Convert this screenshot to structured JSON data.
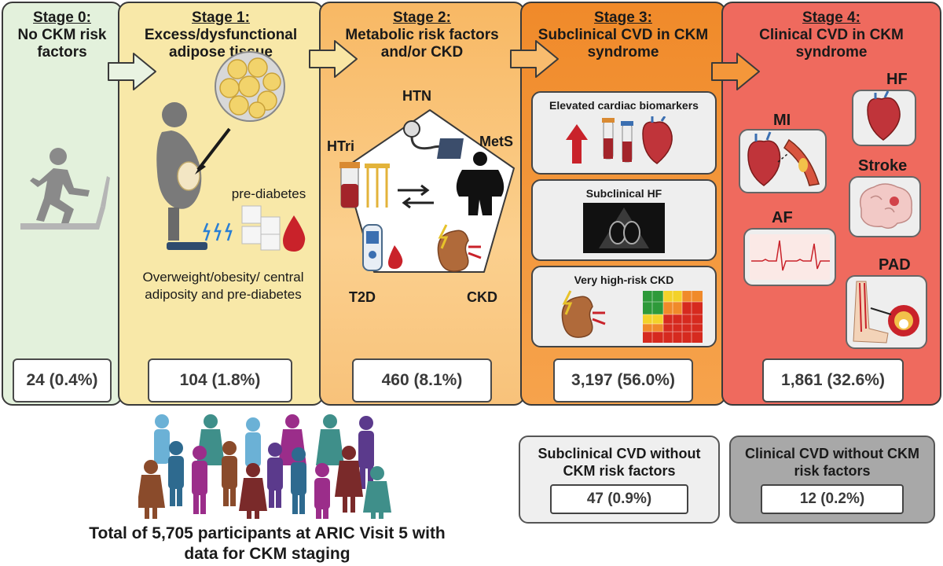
{
  "stages": [
    {
      "heading": "Stage 0:",
      "title": "No CKM risk factors",
      "count": "24 (0.4%)",
      "color": "#e3f1dc"
    },
    {
      "heading": "Stage 1:",
      "title": "Excess/dysfunctional adipose tissue",
      "count": "104 (1.8%)",
      "color": "#f8e8a8"
    },
    {
      "heading": "Stage 2:",
      "title": "Metabolic risk factors and/or CKD",
      "count": "460 (8.1%)",
      "color": "#f9c27a"
    },
    {
      "heading": "Stage 3:",
      "title": "Subclinical CVD in CKM syndrome",
      "count": "3,197 (56.0%)",
      "color": "#f59a3c"
    },
    {
      "heading": "Stage 4:",
      "title": "Clinical CVD in CKM syndrome",
      "count": "1,861 (32.6%)",
      "color": "#ef6a5e"
    }
  ],
  "stage1": {
    "prediabetes_label": "pre-diabetes",
    "description": "Overweight/obesity/ central adiposity and pre-diabetes"
  },
  "stage2": {
    "labels": {
      "htn": "HTN",
      "htri": "HTri",
      "mets": "MetS",
      "t2d": "T2D",
      "ckd": "CKD"
    }
  },
  "stage3": {
    "boxes": [
      "Elevated cardiac biomarkers",
      "Subclinical HF",
      "Very high-risk CKD"
    ]
  },
  "stage4": {
    "labels": {
      "mi": "MI",
      "hf": "HF",
      "stroke": "Stroke",
      "af": "AF",
      "pad": "PAD"
    }
  },
  "bottom": {
    "subclinical": {
      "title": "Subclinical CVD without CKM risk factors",
      "count": "47 (0.9%)"
    },
    "clinical": {
      "title": "Clinical CVD without CKM risk factors",
      "count": "12 (0.2%)"
    },
    "total": "Total of 5,705 participants at ARIC Visit 5 with data for CKM staging"
  },
  "colors": {
    "arrow": "#e9f3e2",
    "border": "#3a3a3a",
    "person_palette": [
      "#5b3a8c",
      "#2e6a8f",
      "#8a4b2b",
      "#7a2a2a",
      "#3f8f8a",
      "#6bb1d6",
      "#9b2d8a"
    ]
  }
}
